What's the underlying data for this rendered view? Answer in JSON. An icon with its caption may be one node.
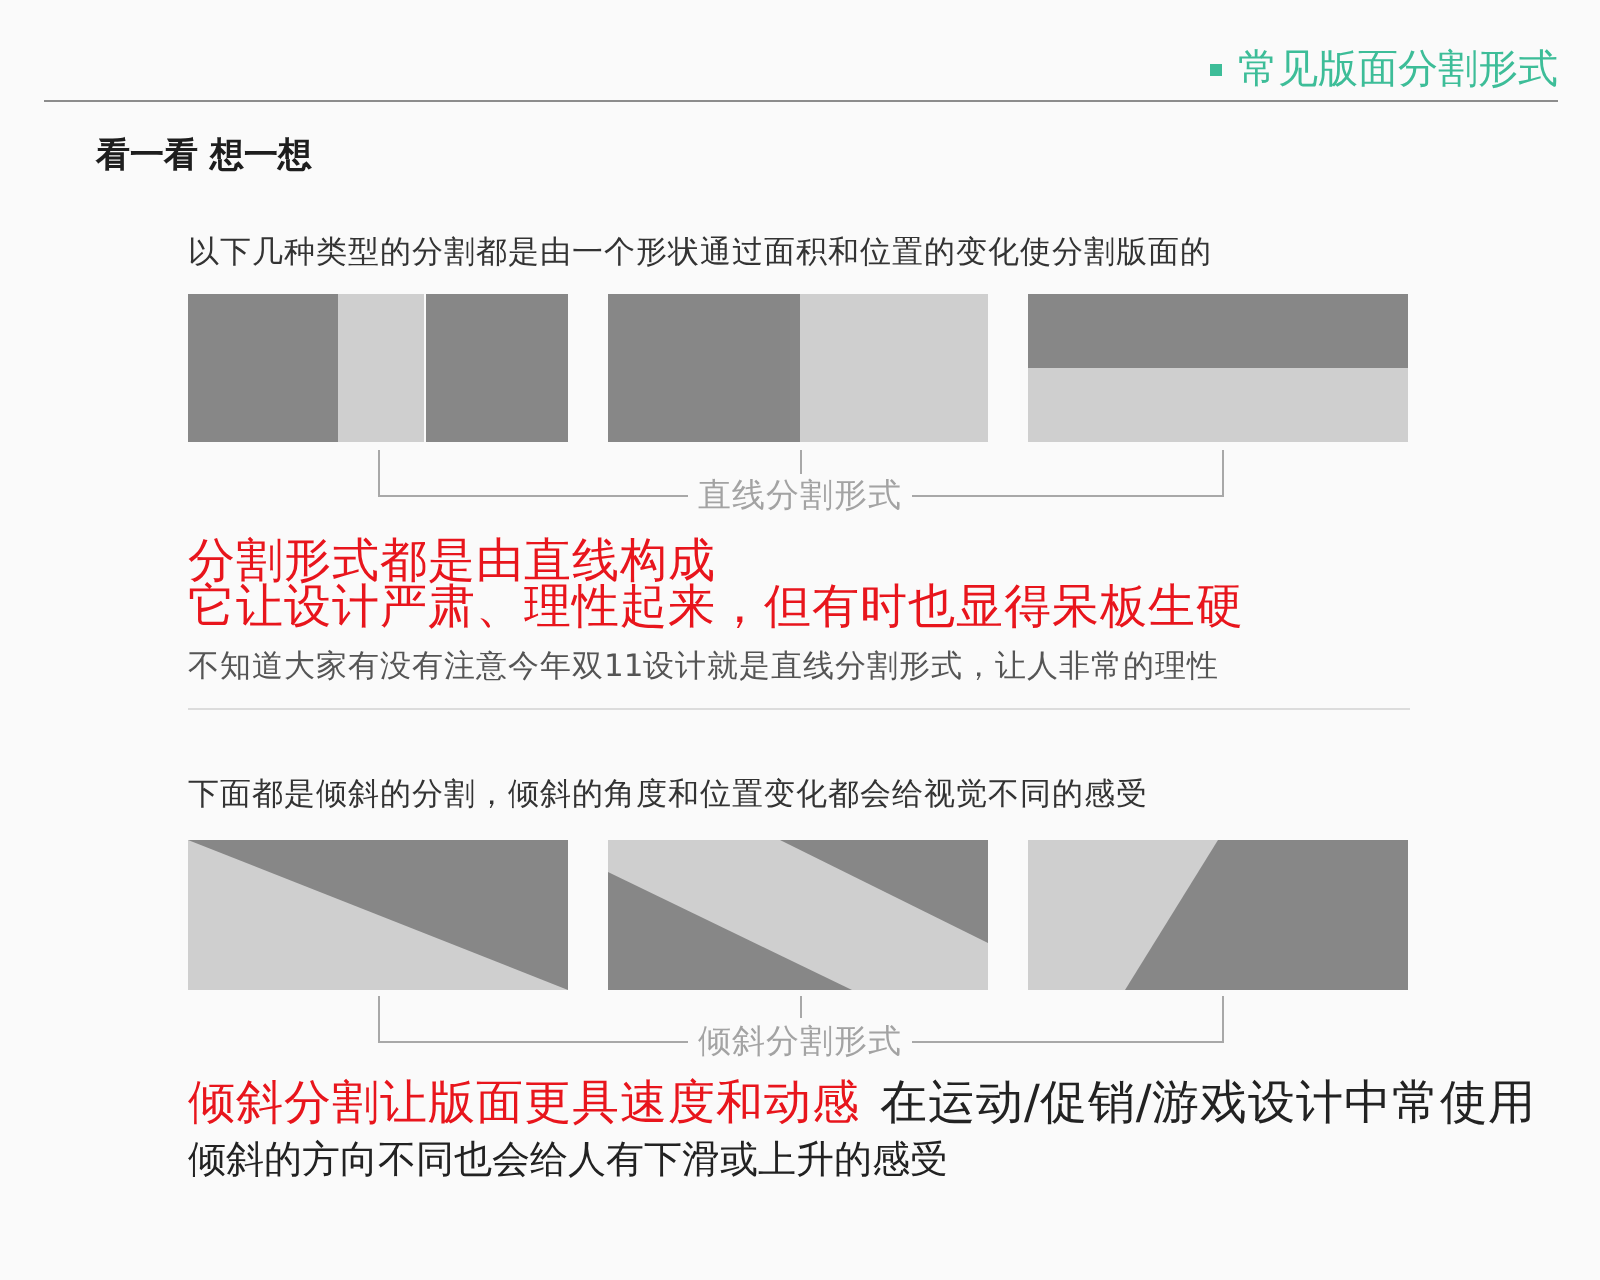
{
  "diagram": {
    "title": "常见版面分割形式",
    "labels": [
      "看一看 想一想",
      "以下几种类型的分割都是由一个形状通过面积和位置的变化使分割版面的",
      "直线分割形式",
      "分割形式都是由直线构成",
      "它让设计严肃、理性起来，但有时也显得呆板生硬",
      "不知道大家有没有注意今年双11设计就是直线分割形式，让人非常的理性",
      "下面都是倾斜的分割，倾斜的角度和位置变化都会给视觉不同的感受",
      "倾斜分割形式",
      "倾斜分割让版面更具速度和动感",
      "在运动/促销/游戏设计中常使用",
      "倾斜的方向不同也会给人有下滑或上升的感受"
    ]
  }
}
